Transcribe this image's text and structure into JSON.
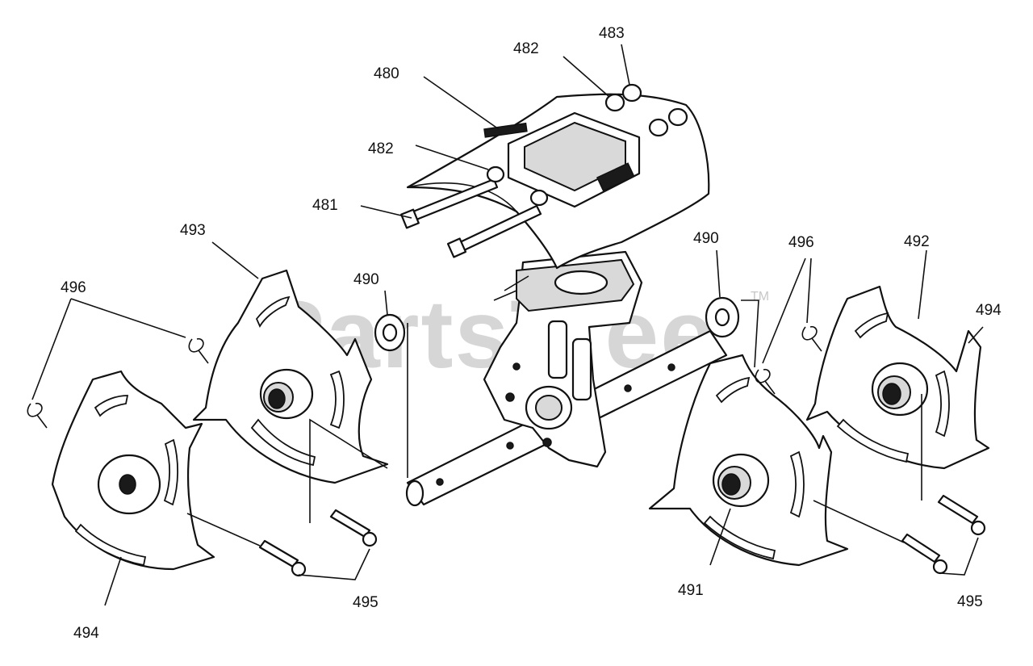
{
  "watermark": {
    "text": "PartsTree",
    "mark": "TM"
  },
  "callouts": {
    "c480": "480",
    "c481": "481",
    "c482a": "482",
    "c482b": "482",
    "c483": "483",
    "c490a": "490",
    "c490b": "490",
    "c491": "491",
    "c492": "492",
    "c493": "493",
    "c494a": "494",
    "c494b": "494",
    "c495a": "495",
    "c495b": "495",
    "c496a": "496",
    "c496b": "496"
  }
}
